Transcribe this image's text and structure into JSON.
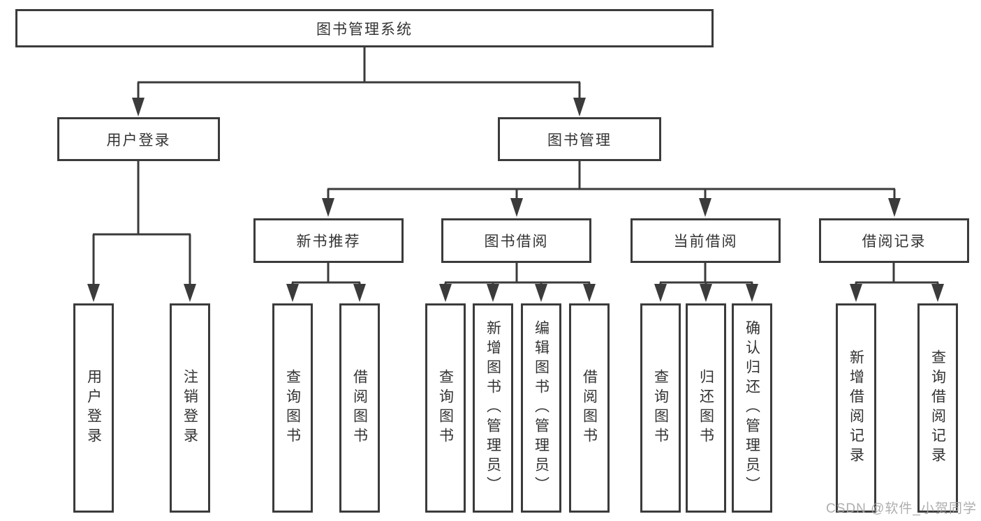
{
  "watermark": "CSDN @软件_小贺同学",
  "colors": {
    "line": "#3b3b3b",
    "text": "#333333",
    "watermark": "#a5a5a5",
    "background": "#ffffff"
  },
  "diagram": {
    "root": {
      "label": "图书管理系统"
    },
    "branches": [
      {
        "label": "用户登录",
        "children": [
          {
            "label": "用户登录"
          },
          {
            "label": "注销登录"
          }
        ]
      },
      {
        "label": "图书管理",
        "sections": [
          {
            "label": "新书推荐",
            "children": [
              {
                "label": "查询图书"
              },
              {
                "label": "借阅图书"
              }
            ]
          },
          {
            "label": "图书借阅",
            "children": [
              {
                "label": "查询图书"
              },
              {
                "label": "新增图书（管理员）"
              },
              {
                "label": "编辑图书（管理员）"
              },
              {
                "label": "借阅图书"
              }
            ]
          },
          {
            "label": "当前借阅",
            "children": [
              {
                "label": "查询图书"
              },
              {
                "label": "归还图书"
              },
              {
                "label": "确认归还（管理员）"
              }
            ]
          },
          {
            "label": "借阅记录",
            "children": [
              {
                "label": "新增借阅记录"
              },
              {
                "label": "查询借阅记录"
              }
            ]
          }
        ]
      }
    ]
  }
}
